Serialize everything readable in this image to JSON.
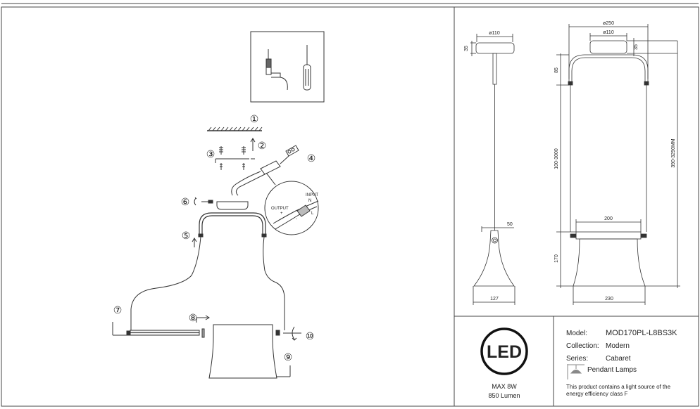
{
  "assembly": {
    "steps": [
      "①",
      "②",
      "③",
      "④",
      "⑤",
      "⑥",
      "⑦",
      "⑧",
      "⑨",
      "⑩"
    ],
    "connector": {
      "input_label": "INPUT",
      "n_label": "N",
      "l_label": "L",
      "output_label": "OUTPUT",
      "plus_label": "+",
      "minus_label": "-"
    }
  },
  "dimensions": {
    "side": {
      "canopy_diameter": "ø110",
      "canopy_height": "35",
      "head_width": "50",
      "shade_bottom": "127"
    },
    "front": {
      "overall_width": "ø250",
      "canopy_diameter": "ø110",
      "canopy_height": "35",
      "frame_height": "85",
      "cable_length": "100-3000",
      "overall_height": "390-3290MM",
      "bar_width": "200",
      "shade_height": "170",
      "shade_bottom": "230"
    }
  },
  "led_badge": {
    "logo_text": "LED",
    "power": "MAX 8W",
    "lumen": "850 Lumen"
  },
  "product_info": {
    "model_label": "Model:",
    "model_value": "MOD170PL-L8BS3K",
    "collection_label": "Collection:",
    "collection_value": "Modern",
    "series_label": "Series:",
    "series_value": "Cabaret",
    "type_value": "Pendant Lamps",
    "energy_note_line1": "This product contains a light source of the",
    "energy_note_line2": "energy efficiency class F"
  }
}
